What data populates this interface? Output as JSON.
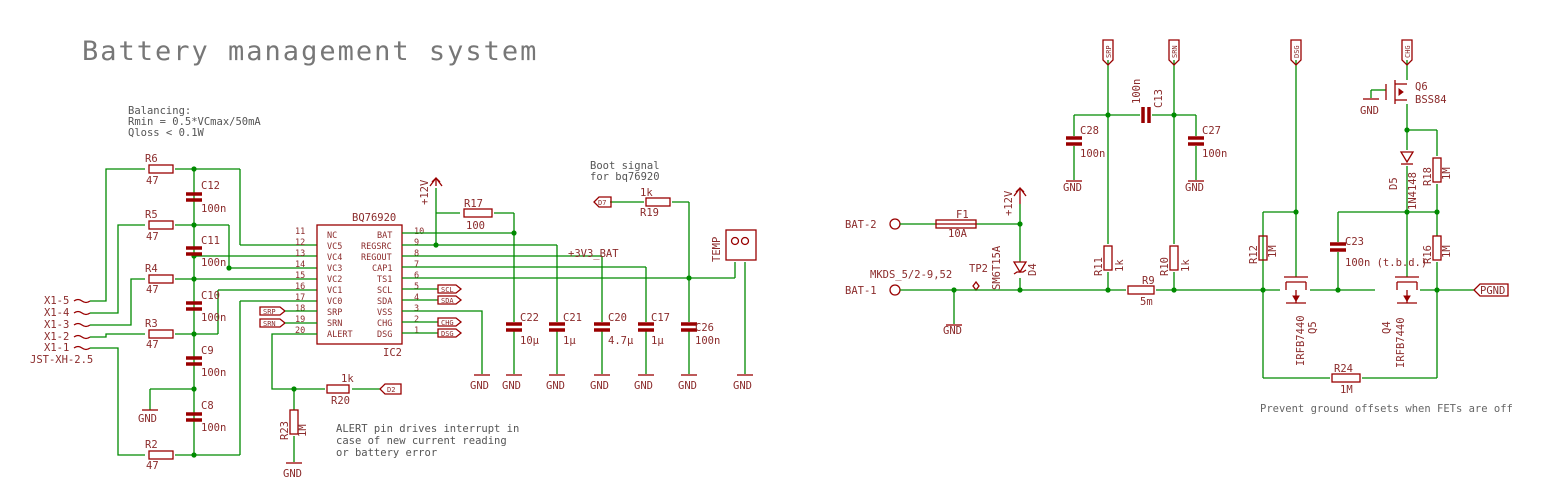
{
  "title": "Battery management system",
  "balancing": {
    "line1": "Balancing:",
    "line2": "Rmin = 0.5*VCmax/50mA",
    "line3": "Qloss < 0.1W"
  },
  "boot": {
    "line1": "Boot signal",
    "line2": "for bq76920"
  },
  "alert_note": {
    "line1": "ALERT pin drives interrupt in",
    "line2": "case of new current reading",
    "line3": "or battery error"
  },
  "offset_note": "Prevent ground offsets when FETs are off",
  "connector": {
    "pins": [
      "X1-5",
      "X1-4",
      "X1-3",
      "X1-2",
      "X1-1"
    ],
    "name": "JST-XH-2.5"
  },
  "ic": {
    "name": "BQ76920",
    "ref": "IC2",
    "left_pins": [
      {
        "num": "11",
        "name": "NC"
      },
      {
        "num": "12",
        "name": "VC5"
      },
      {
        "num": "13",
        "name": "VC4"
      },
      {
        "num": "14",
        "name": "VC3"
      },
      {
        "num": "15",
        "name": "VC2"
      },
      {
        "num": "16",
        "name": "VC1"
      },
      {
        "num": "17",
        "name": "VC0"
      },
      {
        "num": "18",
        "name": "SRP"
      },
      {
        "num": "19",
        "name": "SRN"
      },
      {
        "num": "20",
        "name": "ALERT"
      }
    ],
    "right_pins": [
      {
        "num": "10",
        "name": "BAT"
      },
      {
        "num": "9",
        "name": "REGSRC"
      },
      {
        "num": "8",
        "name": "REGOUT"
      },
      {
        "num": "7",
        "name": "CAP1"
      },
      {
        "num": "6",
        "name": "TS1"
      },
      {
        "num": "5",
        "name": "SCL"
      },
      {
        "num": "4",
        "name": "SDA"
      },
      {
        "num": "3",
        "name": "VSS"
      },
      {
        "num": "2",
        "name": "CHG"
      },
      {
        "num": "1",
        "name": "DSG"
      }
    ]
  },
  "resistors_left": [
    {
      "ref": "R6",
      "val": "47"
    },
    {
      "ref": "R5",
      "val": "47"
    },
    {
      "ref": "R4",
      "val": "47"
    },
    {
      "ref": "R3",
      "val": "47"
    },
    {
      "ref": "R2",
      "val": "47"
    }
  ],
  "caps_left": [
    {
      "ref": "C12",
      "val": "100n"
    },
    {
      "ref": "C11",
      "val": "100n"
    },
    {
      "ref": "C10",
      "val": "100n"
    },
    {
      "ref": "C9",
      "val": "100n"
    },
    {
      "ref": "C8",
      "val": "100n"
    }
  ],
  "r17": {
    "ref": "R17",
    "val": "100"
  },
  "r19": {
    "ref": "R19",
    "val": "1k"
  },
  "r20": {
    "ref": "R20",
    "val": "1k"
  },
  "r23": {
    "ref": "R23",
    "val": "1M"
  },
  "caps_mid": [
    {
      "ref": "C22",
      "val": "10µ"
    },
    {
      "ref": "C21",
      "val": "1µ"
    },
    {
      "ref": "C20",
      "val": "4.7µ"
    },
    {
      "ref": "C17",
      "val": "1µ"
    },
    {
      "ref": "C26",
      "val": "100n"
    }
  ],
  "labels": {
    "plus12v": "+12V",
    "v33": "+3V3_BAT",
    "gnd": "GND",
    "temp": "TEMP",
    "d7": "D7",
    "d2": "D2",
    "scl": "SCL",
    "sda": "SDA",
    "chg": "CHG",
    "dsg": "DSG",
    "srp": "SRP",
    "srn": "SRN",
    "pgnd": "PGND",
    "bat1": "BAT-1",
    "bat2": "BAT-2",
    "mkds": "MKDS_5/2-9,52",
    "tp2": "TP2"
  },
  "right": {
    "f1": {
      "ref": "F1",
      "val": "10A"
    },
    "d4": {
      "ref": "D4",
      "val": "SM6T15A"
    },
    "r9": {
      "ref": "R9",
      "val": "5m"
    },
    "r11": {
      "ref": "R11",
      "val": "1k"
    },
    "r10": {
      "ref": "R10",
      "val": "1k"
    },
    "c28": {
      "ref": "C28",
      "val": "100n"
    },
    "c13": {
      "ref": "C13",
      "val": "100n"
    },
    "c27": {
      "ref": "C27",
      "val": "100n"
    },
    "r12": {
      "ref": "R12",
      "val": "1M"
    },
    "q5": {
      "ref": "Q5",
      "val": "IRFB7440"
    },
    "c23": {
      "ref": "C23",
      "val": "100n (t.b.d.)"
    },
    "q4": {
      "ref": "Q4",
      "val": "IRFB7440"
    },
    "r16": {
      "ref": "R16",
      "val": "1M"
    },
    "r18": {
      "ref": "R18",
      "val": "1M"
    },
    "d5": {
      "ref": "D5",
      "val": "1N4148"
    },
    "q6": {
      "ref": "Q6",
      "val": "BSS84"
    },
    "r24": {
      "ref": "R24",
      "val": "1M"
    }
  }
}
